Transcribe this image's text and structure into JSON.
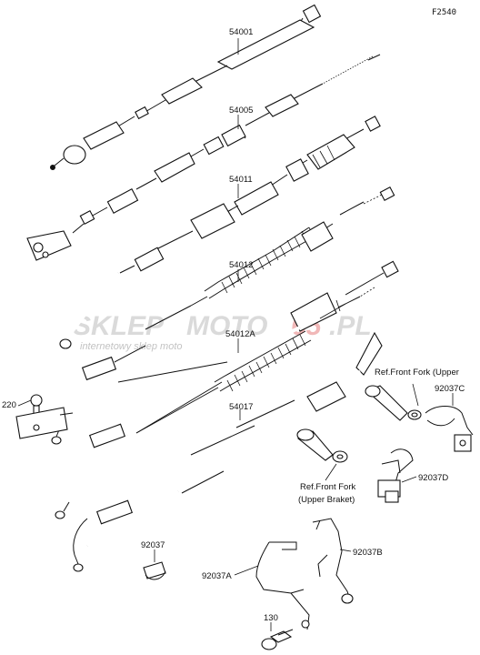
{
  "figure_code": "F2540",
  "labels": {
    "p54001": "54001",
    "p54005": "54005",
    "p54011": "54011",
    "p54012": "54012",
    "p54012A": "54012A",
    "p54017": "54017",
    "p220": "220",
    "p92037": "92037",
    "p92037A": "92037A",
    "p92037B": "92037B",
    "p92037C": "92037C",
    "p92037D": "92037D",
    "p130": "130",
    "ref_upper": "Ref.Front Fork (Upper",
    "ref_fork_line1": "Ref.Front Fork",
    "ref_fork_line2": "(Upper Braket)"
  },
  "watermark": {
    "brand_part1": "SKLEP",
    "brand_part2": "MOTO",
    "brand_part3": "65",
    "brand_part4": ".PL",
    "tagline": "internetowy sklep moto"
  }
}
